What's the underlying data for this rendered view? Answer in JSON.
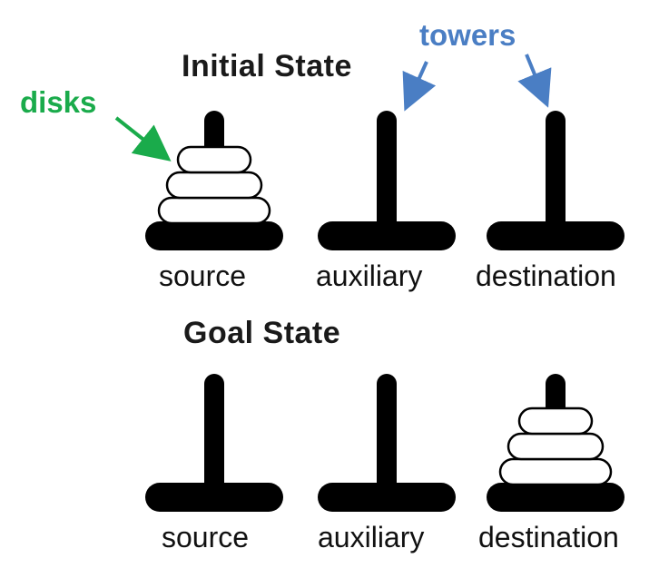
{
  "colors": {
    "ink": "#000000",
    "disk_fill": "#ffffff",
    "annotation_disks": "#1aab4b",
    "annotation_towers": "#4a7ec4"
  },
  "annotations": {
    "disks": "disks",
    "towers": "towers"
  },
  "initial_state": {
    "title": "Initial State",
    "towers": [
      {
        "label": "source",
        "disks": 3
      },
      {
        "label": "auxiliary",
        "disks": 0
      },
      {
        "label": "destination",
        "disks": 0
      }
    ]
  },
  "goal_state": {
    "title": "Goal State",
    "towers": [
      {
        "label": "source",
        "disks": 0
      },
      {
        "label": "auxiliary",
        "disks": 0
      },
      {
        "label": "destination",
        "disks": 3
      }
    ]
  }
}
